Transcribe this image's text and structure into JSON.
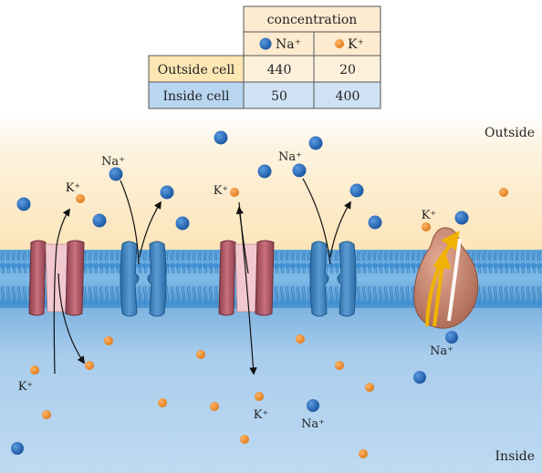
{
  "table": {
    "header": "concentration",
    "col_na": "Na⁺",
    "col_k": "K⁺",
    "rows": [
      {
        "label": "Outside cell",
        "na": "440",
        "k": "20"
      },
      {
        "label": "Inside cell",
        "na": "50",
        "k": "400"
      }
    ]
  },
  "regions": {
    "outside": "Outside",
    "inside": "Inside"
  },
  "ions": {
    "na": "Na⁺",
    "k": "K⁺"
  },
  "colors": {
    "na_ion": "#1f63b0",
    "k_ion": "#e88a26",
    "outside_bg": "#fcebc9",
    "inside_bg": "#9fc9ea",
    "k_channel": "#b35a68",
    "na_channel": "#3d7fb8",
    "pump": "#c98a74",
    "row_outside": "#fce6b4",
    "row_inside": "#b9d6f0"
  }
}
